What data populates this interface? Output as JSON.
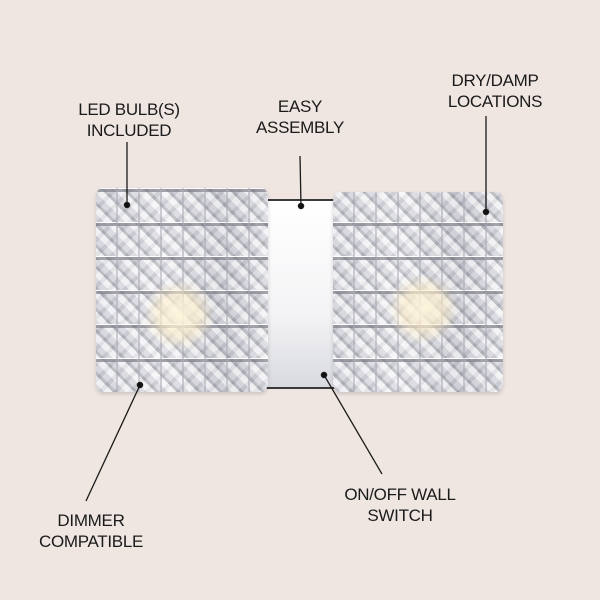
{
  "image": {
    "type": "product-feature-infographic",
    "background_color": "#efe6e2",
    "subject": "two-light crystal bathroom vanity wall sconce with chrome backplate"
  },
  "callouts": [
    {
      "id": "led-bulbs",
      "lines": [
        "LED BULB(S)",
        "INCLUDED"
      ]
    },
    {
      "id": "easy-assembly",
      "lines": [
        "EASY",
        "ASSEMBLY"
      ]
    },
    {
      "id": "dry-damp",
      "lines": [
        "DRY/DAMP",
        "LOCATIONS"
      ]
    },
    {
      "id": "dimmer",
      "lines": [
        "DIMMER",
        "COMPATIBLE"
      ]
    },
    {
      "id": "on-off",
      "lines": [
        "ON/OFF WALL",
        "SWITCH"
      ]
    }
  ],
  "colors": {
    "text": "#1a1a1a",
    "leader_line": "#1a1a1a",
    "chrome_plate": "#f4f4f6"
  }
}
